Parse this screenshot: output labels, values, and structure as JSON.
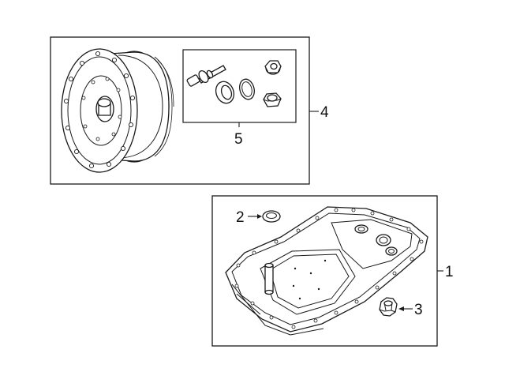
{
  "diagram": {
    "callouts": {
      "c1": "1",
      "c2": "2",
      "c3": "3",
      "c4": "4",
      "c5": "5"
    },
    "parts": [
      {
        "callout": "1",
        "icon": "transmission-oil-pan"
      },
      {
        "callout": "2",
        "icon": "drain-plug-seal-ring"
      },
      {
        "callout": "3",
        "icon": "drain-plug"
      },
      {
        "callout": "4",
        "icon": "torque-converter"
      },
      {
        "callout": "5",
        "icon": "seal-kit"
      }
    ],
    "line_color": "#1a1a1a",
    "background": "#ffffff"
  }
}
